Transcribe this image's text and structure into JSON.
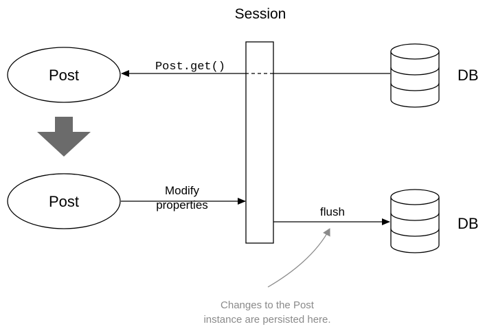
{
  "session": {
    "label": "Session"
  },
  "top_entity": {
    "label": "Post"
  },
  "bottom_entity": {
    "label": "Post"
  },
  "get_call": {
    "label": "Post.get()"
  },
  "modify_edge": {
    "line1": "Modify",
    "line2": "properties"
  },
  "flush_edge": {
    "label": "flush"
  },
  "db_top": {
    "label": "DB"
  },
  "db_bottom": {
    "label": "DB"
  },
  "note": {
    "line1": "Changes to the Post",
    "line2": "instance are persisted here."
  },
  "colors": {
    "stroke": "#000000",
    "transition_arrow": "#6b6b6b",
    "note_text": "#8a8a8a",
    "note_arrow": "#8a8a8a"
  }
}
